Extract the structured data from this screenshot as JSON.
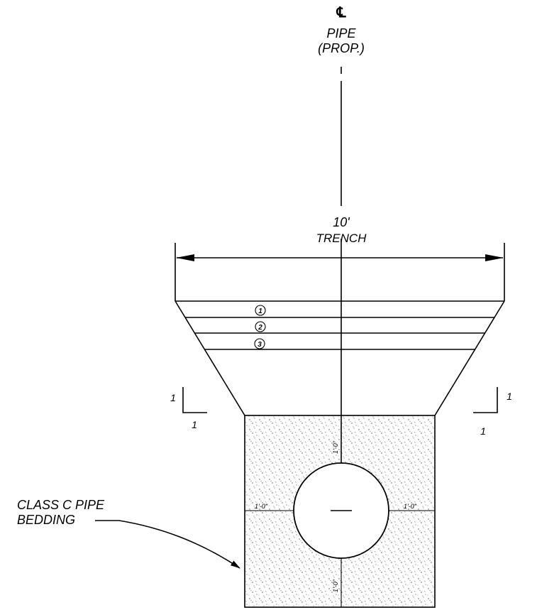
{
  "centerline": {
    "symbol": "℄",
    "line1": "PIPE",
    "line2": "(PROP.)"
  },
  "trench": {
    "width_text": "10'",
    "label": "TRENCH"
  },
  "layers": [
    "1",
    "2",
    "3"
  ],
  "slope": {
    "left_rise": "1",
    "left_run": "1",
    "right_rise": "1",
    "right_run": "1"
  },
  "clearances": {
    "top": "1'-0\"",
    "left": "1'-0\"",
    "right": "1'-0\"",
    "bottom": "1'-0\""
  },
  "bedding": {
    "line1": "CLASS C PIPE",
    "line2": "BEDDING"
  }
}
